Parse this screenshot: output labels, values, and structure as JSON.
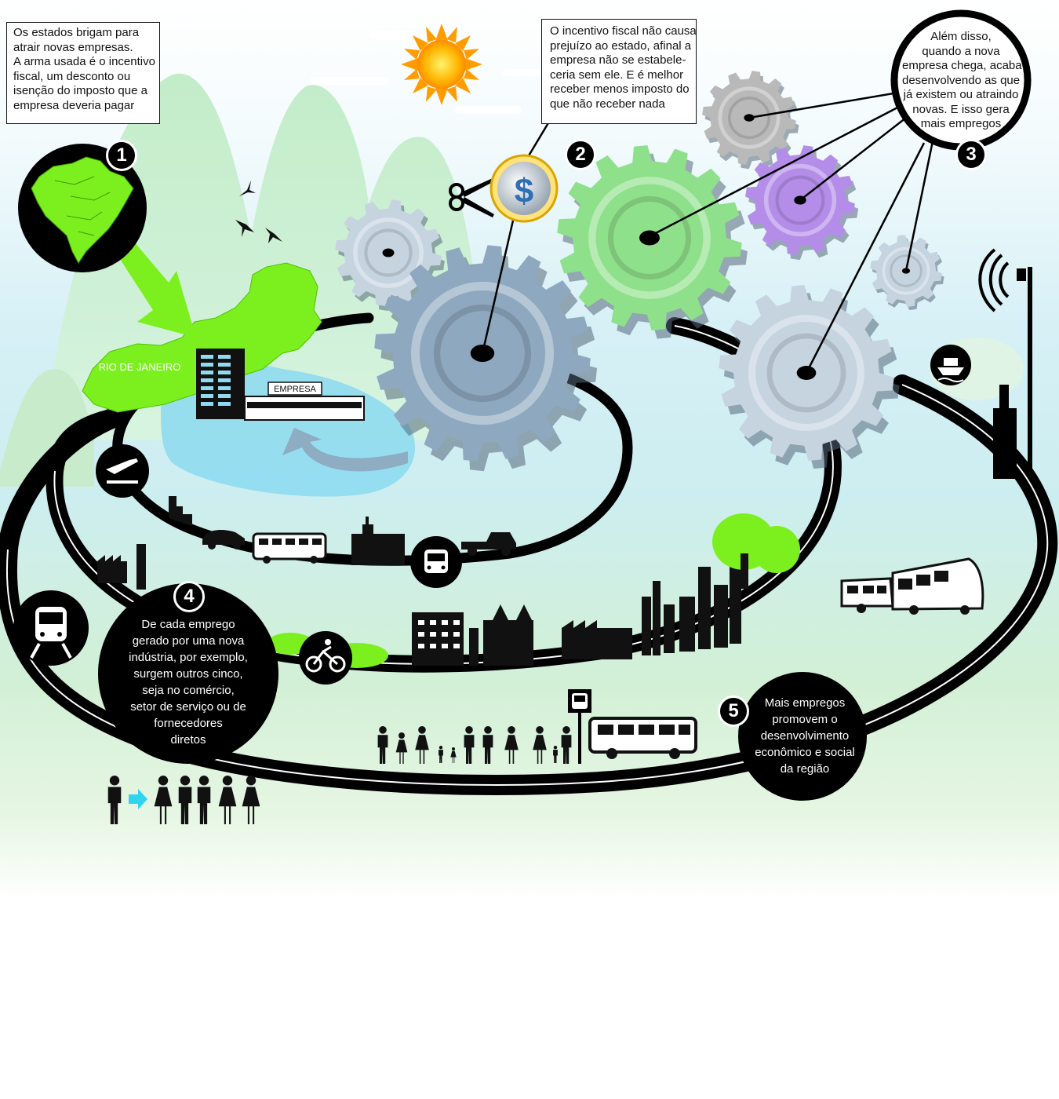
{
  "steps": [
    {
      "number": "1",
      "lines": [
        "Os estados brigam para",
        "atrair novas empresas.",
        "A arma usada é o incentivo",
        "fiscal, um desconto ou",
        "isenção do imposto que a",
        "empresa deveria pagar"
      ]
    },
    {
      "number": "2",
      "lines": [
        "O incentivo fiscal não causa",
        "prejuízo ao estado, afinal a",
        "empresa não se estabele-",
        "ceria sem ele. E é melhor",
        "receber menos imposto do",
        "que não receber nada"
      ]
    },
    {
      "number": "3",
      "lines": [
        "Além disso,",
        "quando a nova",
        "empresa chega, acaba",
        "desenvolvendo as que",
        "já existem ou atraindo",
        "novas. E isso gera",
        "mais empregos"
      ]
    },
    {
      "number": "4",
      "lines": [
        "De cada emprego",
        "gerado por uma nova",
        "indústria, por exemplo,",
        "surgem outros cinco,",
        "seja no comércio,",
        "setor de serviço ou de",
        "fornecedores",
        "diretos"
      ]
    },
    {
      "number": "5",
      "lines": [
        "Mais empregos",
        "promovem o",
        "desenvolvimento",
        "econômico e social",
        "da região"
      ]
    }
  ],
  "labels": {
    "state": "RIO DE JANEIRO",
    "company_sign": "EMPRESA",
    "coin_symbol": "$"
  },
  "colors": {
    "brazil_green": "#7cf01e",
    "gear_blue": "#8ea8bf",
    "gear_green": "#8fe08a",
    "gear_purple": "#b48de8",
    "gear_gray": "#b9b9b9",
    "gear_light": "#c6d4e0",
    "road": "#000000",
    "water": "#8fdaf0"
  },
  "icons": [
    "airplane-icon",
    "bus-icon",
    "train-icon",
    "bicycle-icon",
    "ship-icon",
    "bus-stop-icon",
    "antenna-icon",
    "scissors-icon",
    "coin-icon",
    "sun-icon"
  ]
}
